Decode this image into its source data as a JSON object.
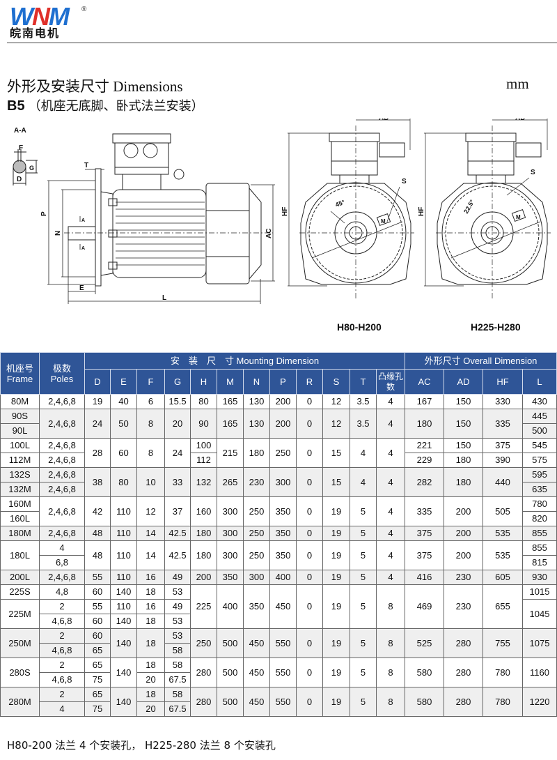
{
  "logo": {
    "mark_blue1": "W",
    "mark_red": "N",
    "mark_blue2": "M",
    "reg": "®",
    "company_cn": "皖南电机"
  },
  "title": "外形及安装尺寸  Dimensions",
  "unit": "mm",
  "subtitle": {
    "code": "B5",
    "desc": "（机座无底脚、卧式法兰安装）"
  },
  "drawing": {
    "section_label": "A-A",
    "labels": {
      "F": "F",
      "G": "G",
      "D": "D",
      "T": "T",
      "P": "P",
      "N": "N",
      "E": "E",
      "L": "L",
      "AC": "AC",
      "A": "A",
      "AD": "AD",
      "HF": "HF",
      "S": "S",
      "M": "M",
      "angle1": "45°",
      "angle2": "22.5°"
    },
    "view1_caption": "H80-H200",
    "view2_caption": "H225-H280"
  },
  "table": {
    "header": {
      "frame_cn": "机座号",
      "frame_en": "Frame",
      "poles_cn": "极数",
      "poles_en": "Poles",
      "mounting": "安　装　尺　寸 Mounting Dimension",
      "overall": "外形尺寸 Overall Dimension",
      "cols": [
        "D",
        "E",
        "F",
        "G",
        "H",
        "M",
        "N",
        "P",
        "R",
        "S",
        "T",
        "凸缘孔数",
        "AC",
        "AD",
        "HF",
        "L"
      ]
    },
    "rows": [
      [
        "80M",
        "2,4,6,8",
        "19",
        "40",
        "6",
        "15.5",
        "80",
        "165",
        "130",
        "200",
        "0",
        "12",
        "3.5",
        "4",
        "167",
        "150",
        "330",
        "430"
      ],
      [
        "90S",
        "2,4,6,8",
        "24",
        "50",
        "8",
        "20",
        "90",
        "165",
        "130",
        "200",
        "0",
        "12",
        "3.5",
        "4",
        "180",
        "150",
        "335",
        "445"
      ],
      [
        "90L",
        "500"
      ],
      [
        "100L",
        "2,4,6,8",
        "28",
        "60",
        "8",
        "24",
        "100",
        "215",
        "180",
        "250",
        "0",
        "15",
        "4",
        "4",
        "221",
        "150",
        "375",
        "545"
      ],
      [
        "112M",
        "2,4,6,8",
        "112",
        "229",
        "180",
        "390",
        "575"
      ],
      [
        "132S",
        "2,4,6,8",
        "38",
        "80",
        "10",
        "33",
        "132",
        "265",
        "230",
        "300",
        "0",
        "15",
        "4",
        "4",
        "282",
        "180",
        "440",
        "595"
      ],
      [
        "132M",
        "2,4,6,8",
        "635"
      ],
      [
        "160M",
        "2,4,6,8",
        "42",
        "110",
        "12",
        "37",
        "160",
        "300",
        "250",
        "350",
        "0",
        "19",
        "5",
        "4",
        "335",
        "200",
        "505",
        "780"
      ],
      [
        "160L",
        "820"
      ],
      [
        "180M",
        "2,4,6,8",
        "48",
        "110",
        "14",
        "42.5",
        "180",
        "300",
        "250",
        "350",
        "0",
        "19",
        "5",
        "4",
        "375",
        "200",
        "535",
        "855"
      ],
      [
        "180L",
        "4",
        "48",
        "110",
        "14",
        "42.5",
        "180",
        "300",
        "250",
        "350",
        "0",
        "19",
        "5",
        "4",
        "375",
        "200",
        "535",
        "855"
      ],
      [
        "6,8",
        "815"
      ],
      [
        "200L",
        "2,4,6,8",
        "55",
        "110",
        "16",
        "49",
        "200",
        "350",
        "300",
        "400",
        "0",
        "19",
        "5",
        "4",
        "416",
        "230",
        "605",
        "930"
      ],
      [
        "225S",
        "4,8",
        "60",
        "140",
        "18",
        "53",
        "225",
        "400",
        "350",
        "450",
        "0",
        "19",
        "5",
        "8",
        "469",
        "230",
        "655",
        "1015"
      ],
      [
        "225M",
        "2",
        "55",
        "110",
        "16",
        "49",
        "1045"
      ],
      [
        "4,6,8",
        "60",
        "140",
        "18",
        "53"
      ],
      [
        "250M",
        "2",
        "60",
        "140",
        "18",
        "53",
        "250",
        "500",
        "450",
        "550",
        "0",
        "19",
        "5",
        "8",
        "525",
        "280",
        "755",
        "1075"
      ],
      [
        "4,6,8",
        "65",
        "58"
      ],
      [
        "280S",
        "2",
        "65",
        "140",
        "18",
        "58",
        "280",
        "500",
        "450",
        "550",
        "0",
        "19",
        "5",
        "8",
        "580",
        "280",
        "780",
        "1160"
      ],
      [
        "4,6,8",
        "75",
        "20",
        "67.5"
      ],
      [
        "280M",
        "2",
        "65",
        "140",
        "18",
        "58",
        "280",
        "500",
        "450",
        "550",
        "0",
        "19",
        "5",
        "8",
        "580",
        "280",
        "780",
        "1220"
      ],
      [
        "4",
        "75",
        "20",
        "67.5"
      ]
    ]
  },
  "footer": "H80-200 法兰 4 个安装孔，  H225-280 法兰 8 个安装孔"
}
